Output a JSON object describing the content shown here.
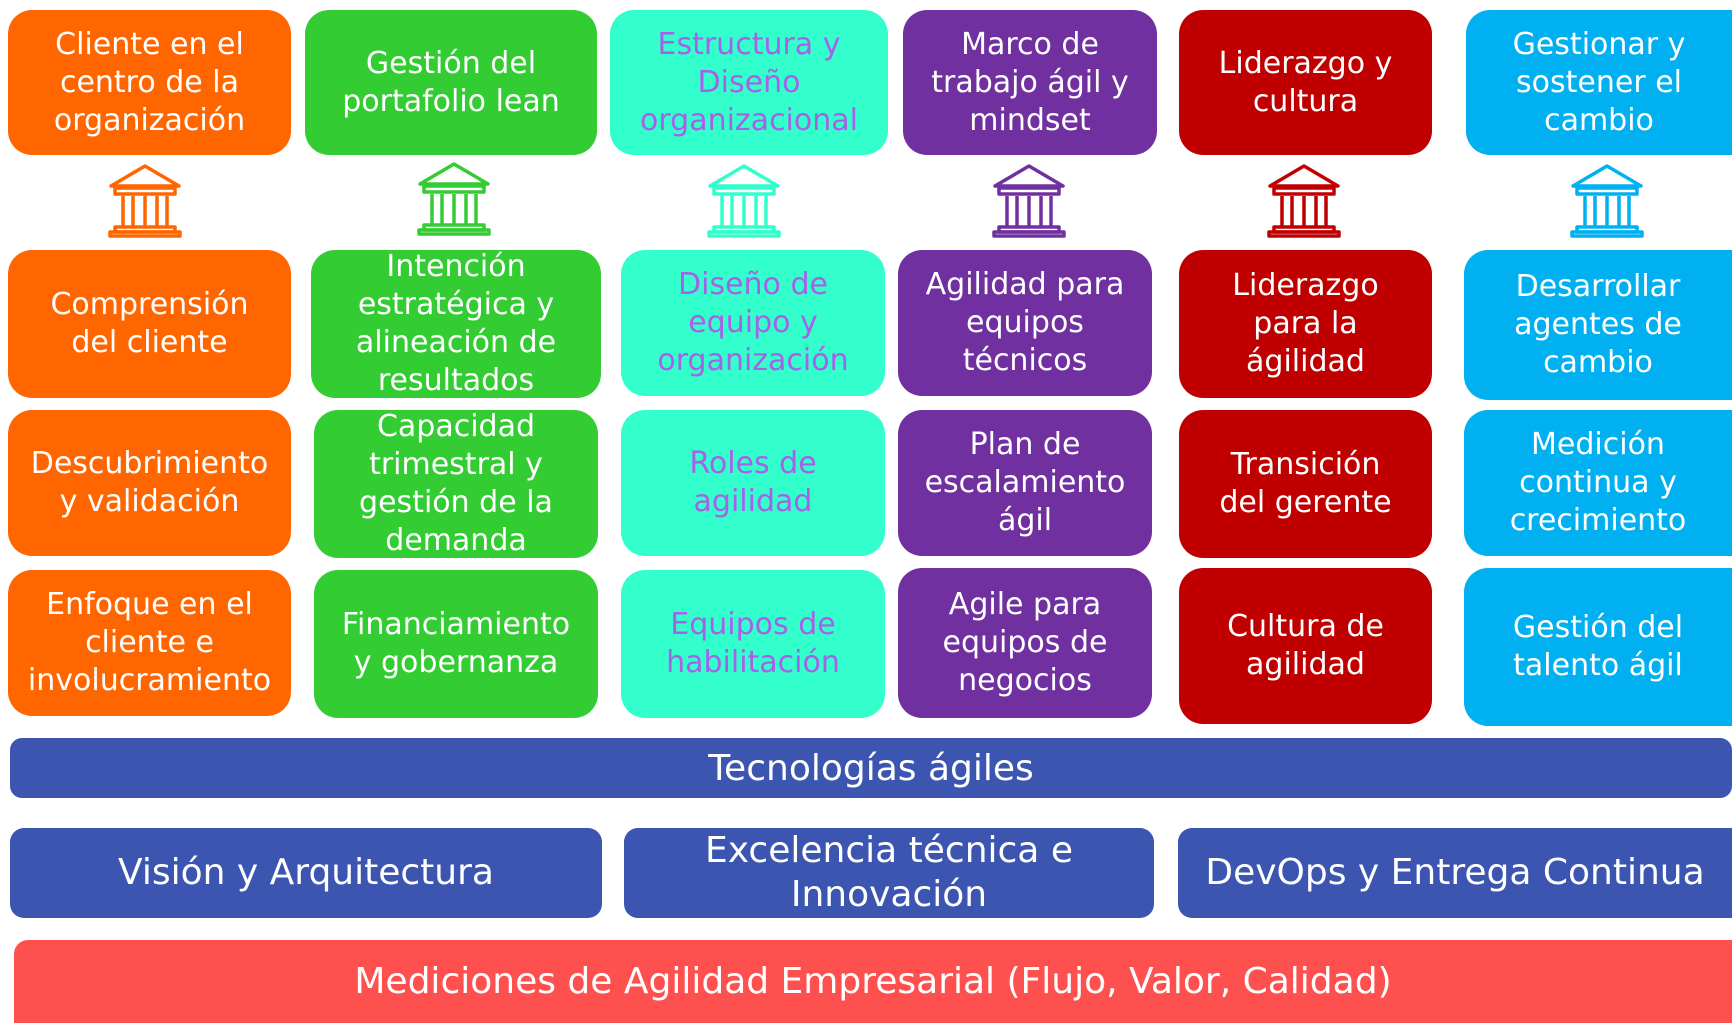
{
  "colors": {
    "orange": "#FF6600",
    "green": "#33CC33",
    "teal": "#33FFCC",
    "teal_text": "#A661E8",
    "purple": "#7030A0",
    "red": "#C00000",
    "blue": "#00B0F0",
    "navy": "#3B55B0",
    "coral": "#FF5050"
  },
  "pillars": [
    {
      "title": "Cliente en el\ncentro de la\norganización",
      "icon": "pillar-building-icon",
      "items": [
        "Comprensión\ndel cliente",
        "Descubrimiento\ny validación",
        "Enfoque en el\ncliente e\ninvolucramiento"
      ]
    },
    {
      "title": "Gestión del\nportafolio lean",
      "icon": "pillar-building-icon",
      "items": [
        "Intención\nestratégica y\nalineación de\nresultados",
        "Capacidad\ntrimestral y\ngestión de la\ndemanda",
        "Financiamiento\ny gobernanza"
      ]
    },
    {
      "title": "Estructura y\nDiseño\norganizacional",
      "icon": "pillar-building-icon",
      "items": [
        "Diseño de\nequipo y\norganización",
        "Roles de\nagilidad",
        "Equipos de\nhabilitación"
      ]
    },
    {
      "title": "Marco de\ntrabajo ágil y\nmindset",
      "icon": "pillar-building-icon",
      "items": [
        "Agilidad para\nequipos\ntécnicos",
        "Plan de\nescalamiento\nágil",
        "Agile para\nequipos de\nnegocios"
      ]
    },
    {
      "title": "Liderazgo y\ncultura",
      "icon": "pillar-building-icon",
      "items": [
        "Liderazgo\npara la\nágilidad",
        "Transición\ndel gerente",
        "Cultura de\nagilidad"
      ]
    },
    {
      "title": "Gestionar y\nsostener el\ncambio",
      "icon": "pillar-building-icon",
      "items": [
        "Desarrollar\nagentes de\ncambio",
        "Medición\ncontinua y\ncrecimiento",
        "Gestión del\ntalento ágil"
      ]
    }
  ],
  "technology_bar": "Tecnologías ágiles",
  "technology_areas": [
    "Visión y Arquitectura",
    "Excelencia técnica e\nInnovación",
    "DevOps y Entrega Continua"
  ],
  "metrics_bar": "Mediciones de Agilidad Empresarial (Flujo, Valor, Calidad)"
}
